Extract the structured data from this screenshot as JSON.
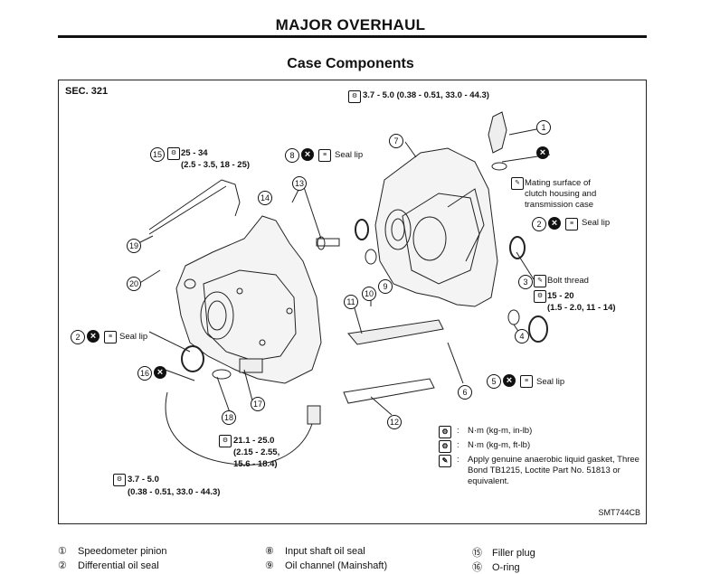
{
  "header": {
    "title": "MAJOR OVERHAUL",
    "subtitle": "Case Components"
  },
  "figure": {
    "sec": "SEC. 321",
    "code": "SMT744CB",
    "torques": {
      "t1": "3.7 - 5.0 (0.38 - 0.51, 33.0 - 44.3)",
      "t15a": "25 - 34",
      "t15b": "(2.5 - 3.5, 18 - 25)",
      "t15c": "15 - 20",
      "t15d": "(1.5 - 2.0, 11 - 14)",
      "t21a": "21.1 - 25.0",
      "t21b": "(2.15 - 2.55,",
      "t21c": "15.6 - 18.4)",
      "t37a": "3.7 - 5.0",
      "t37b": "(0.38 - 0.51, 33.0 - 44.3)"
    },
    "notes": {
      "seal_lip": "Seal lip",
      "bolt_thread": "Bolt thread",
      "mating1": "Mating surface of",
      "mating2": "clutch housing and",
      "mating3": "transmission case"
    },
    "legend": [
      {
        "icon": "torque-nm-kgm-inlb-icon",
        "text": "N·m (kg-m, in-lb)"
      },
      {
        "icon": "torque-nm-kgm-ftlb-icon",
        "text": "N·m (kg-m, ft-lb)"
      },
      {
        "icon": "gasket-apply-icon",
        "text": "Apply genuine anaerobic liquid gasket, Three Bond TB1215, Loctite Part No. 51813 or equivalent."
      }
    ]
  },
  "parts_list": [
    {
      "n": "①",
      "name": "Speedometer pinion"
    },
    {
      "n": "②",
      "name": "Differential oil seal"
    },
    {
      "n": "⑧",
      "name": "Input shaft oil seal"
    },
    {
      "n": "⑨",
      "name": "Oil channel (Mainshaft)"
    },
    {
      "n": "⑮",
      "name": "Filler plug"
    },
    {
      "n": "⑯",
      "name": "O-ring"
    }
  ]
}
